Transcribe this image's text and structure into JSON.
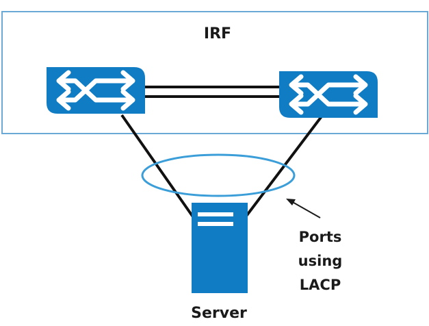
{
  "irf_box": {
    "label": "IRF"
  },
  "switches": [
    {
      "icon": "switch-icon"
    },
    {
      "icon": "switch-icon"
    }
  ],
  "server": {
    "icon": "server-icon",
    "label": "Server"
  },
  "lacp_annotation": {
    "lines": [
      "Ports",
      "using",
      "LACP"
    ]
  },
  "colors": {
    "switch_fill": "#0f7cc4",
    "server_fill": "#0f7cc4",
    "irf_border": "#6aa9d6",
    "lacp_ellipse": "#3b9ed8",
    "cable": "#111111",
    "glyph": "#ffffff"
  }
}
